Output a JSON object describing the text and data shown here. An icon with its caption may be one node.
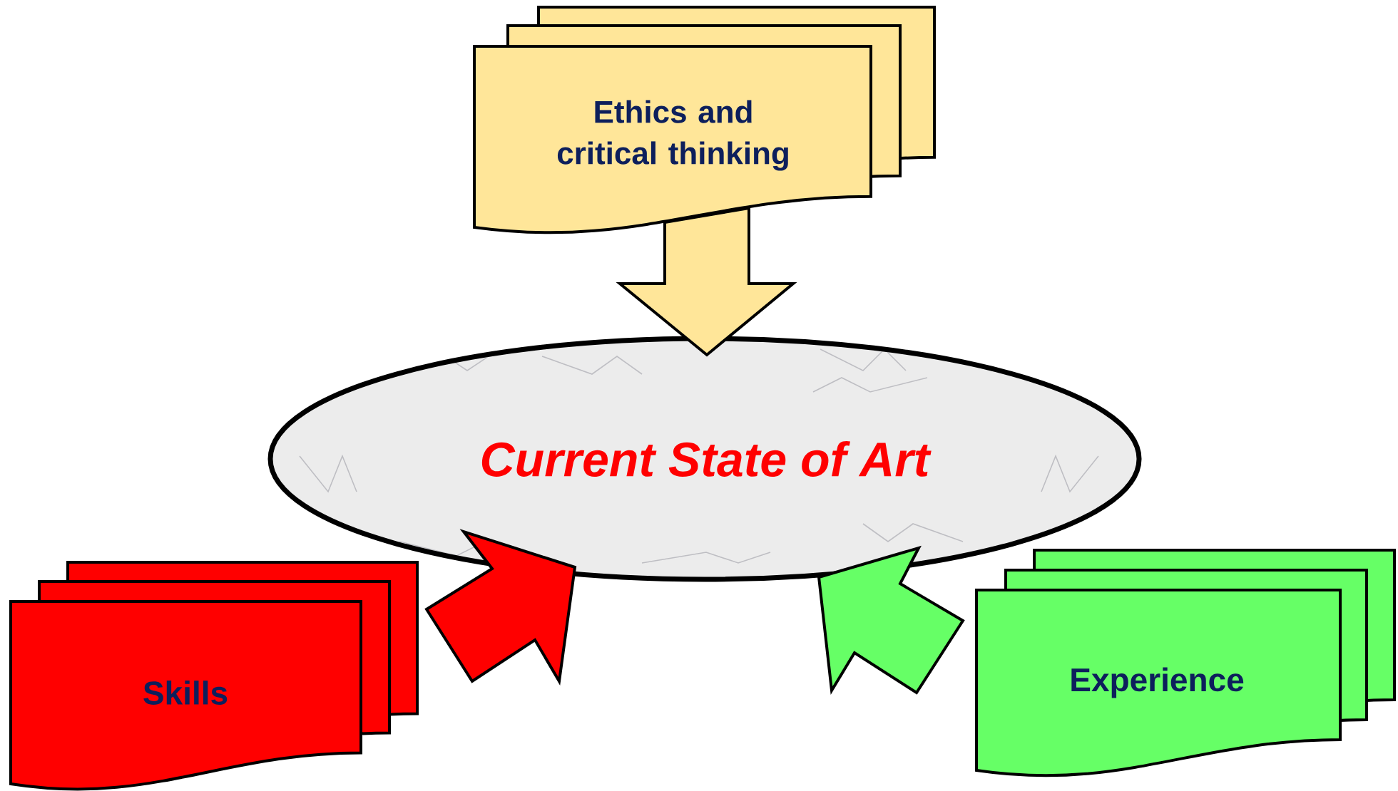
{
  "diagram": {
    "nodes": [
      {
        "text": [
          "Ethics and critical thinking"
        ]
      },
      {
        "text": [
          "Current State of Art"
        ]
      },
      {
        "text": [
          "Skills"
        ]
      },
      {
        "text": [
          "Experience"
        ]
      }
    ],
    "edges": [
      {
        "from": 0,
        "to": 1,
        "arrow": "to",
        "color": "#ffe699"
      },
      {
        "from": 2,
        "to": 1,
        "arrow": "to",
        "color": "#ff0000"
      },
      {
        "from": 3,
        "to": 1,
        "arrow": "to",
        "color": "#66ff66"
      }
    ]
  }
}
